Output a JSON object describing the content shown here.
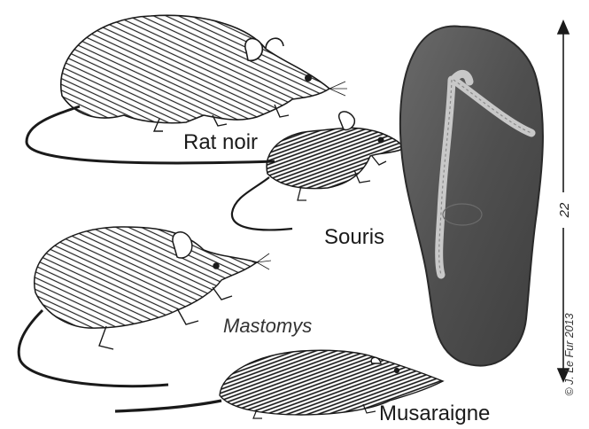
{
  "labels": {
    "rat_noir": "Rat noir",
    "souris": "Souris",
    "mastomys": "Mastomys",
    "musaraigne": "Musaraigne"
  },
  "measure": {
    "label": "22 cm"
  },
  "credit": "© J. Le Fur 2013",
  "colors": {
    "ink": "#1a1a1a",
    "sandal_sole": "#5b5b5b",
    "sandal_strap": "#bdbdbd",
    "background": "#ffffff"
  }
}
